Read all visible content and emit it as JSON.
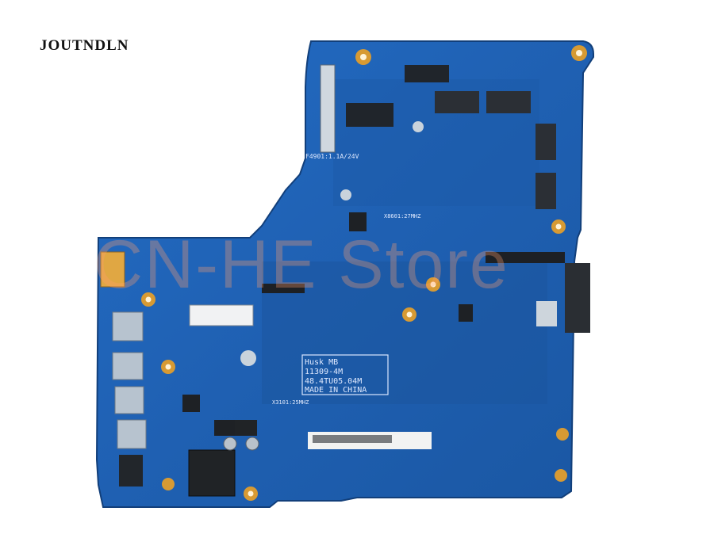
{
  "brand": {
    "text": "JOUTNDLN"
  },
  "watermark": {
    "text": "CN-HE Store"
  },
  "board": {
    "colors": {
      "pcb": "#1f63b8",
      "pcb_dark": "#184f97",
      "gold": "#d79a33",
      "port": "#b7c3cf"
    },
    "silkscreen": {
      "fuse": "F4901:1.1A/24V",
      "crystal1": "X8601:27MHZ",
      "crystal2": "X3101:25MHZ",
      "name_line1": "Husk MB",
      "name_line2": "11309-4M",
      "name_line3": "48.4TU05.04M",
      "name_line4": "MADE IN CHINA"
    }
  }
}
